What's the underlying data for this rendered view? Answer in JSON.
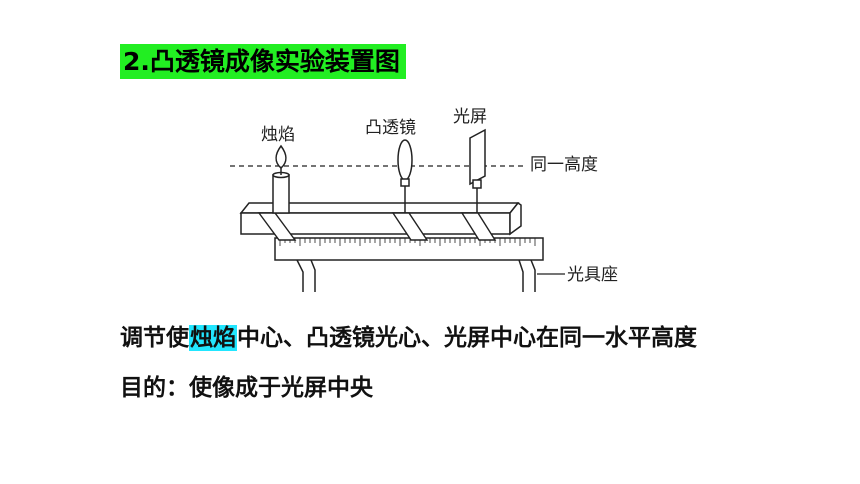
{
  "title": "2.凸透镜成像实验装置图",
  "diagram": {
    "label_candle": "烛焰",
    "label_lens": "凸透镜",
    "label_screen": "光屏",
    "label_height": "同一高度",
    "label_bench": "光具座"
  },
  "body": {
    "line1_pre": "调节使",
    "line1_highlight": "烛焰",
    "line1_post": "中心、凸透镜光心、光屏中心在同一水平高度",
    "line2": "目的：使像成于光屏中央"
  },
  "colors": {
    "title_bg": "#22ee22",
    "highlight": "#22e6ff"
  }
}
